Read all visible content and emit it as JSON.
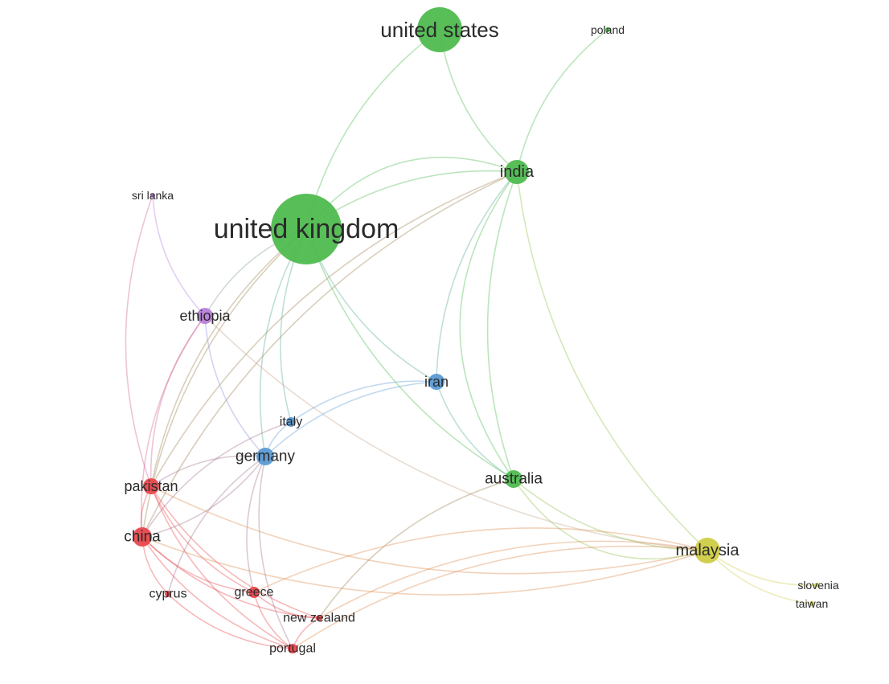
{
  "network": {
    "nodes": [
      {
        "id": "united_states",
        "label": "united states",
        "cluster": "green"
      },
      {
        "id": "poland",
        "label": "poland",
        "cluster": "green"
      },
      {
        "id": "india",
        "label": "india",
        "cluster": "green"
      },
      {
        "id": "united_kingdom",
        "label": "united kingdom",
        "cluster": "green"
      },
      {
        "id": "australia",
        "label": "australia",
        "cluster": "green"
      },
      {
        "id": "sri_lanka",
        "label": "sri lanka",
        "cluster": "purple"
      },
      {
        "id": "ethiopia",
        "label": "ethiopia",
        "cluster": "purple"
      },
      {
        "id": "iran",
        "label": "iran",
        "cluster": "blue"
      },
      {
        "id": "italy",
        "label": "italy",
        "cluster": "blue"
      },
      {
        "id": "germany",
        "label": "germany",
        "cluster": "blue"
      },
      {
        "id": "pakistan",
        "label": "pakistan",
        "cluster": "red"
      },
      {
        "id": "china",
        "label": "china",
        "cluster": "red"
      },
      {
        "id": "cyprus",
        "label": "cyprus",
        "cluster": "red"
      },
      {
        "id": "greece",
        "label": "greece",
        "cluster": "red"
      },
      {
        "id": "new_zealand",
        "label": "new zealand",
        "cluster": "red"
      },
      {
        "id": "portugal",
        "label": "portugal",
        "cluster": "red"
      },
      {
        "id": "malaysia",
        "label": "malaysia",
        "cluster": "yellow"
      },
      {
        "id": "slovenia",
        "label": "slovenia",
        "cluster": "yellow"
      },
      {
        "id": "taiwan",
        "label": "taiwan",
        "cluster": "yellow"
      }
    ],
    "edges": [
      [
        "united_states",
        "united_kingdom"
      ],
      [
        "united_states",
        "india"
      ],
      [
        "poland",
        "india"
      ],
      [
        "india",
        "united_kingdom"
      ],
      [
        "india",
        "united_kingdom"
      ],
      [
        "india",
        "australia"
      ],
      [
        "india",
        "malaysia"
      ],
      [
        "india",
        "iran"
      ],
      [
        "india",
        "pakistan"
      ],
      [
        "india",
        "china"
      ],
      [
        "india",
        "australia"
      ],
      [
        "united_kingdom",
        "australia"
      ],
      [
        "united_kingdom",
        "italy"
      ],
      [
        "united_kingdom",
        "germany"
      ],
      [
        "united_kingdom",
        "pakistan"
      ],
      [
        "united_kingdom",
        "china"
      ],
      [
        "united_kingdom",
        "ethiopia"
      ],
      [
        "united_kingdom",
        "iran"
      ],
      [
        "sri_lanka",
        "ethiopia"
      ],
      [
        "sri_lanka",
        "pakistan"
      ],
      [
        "ethiopia",
        "pakistan"
      ],
      [
        "ethiopia",
        "china"
      ],
      [
        "ethiopia",
        "germany"
      ],
      [
        "ethiopia",
        "malaysia"
      ],
      [
        "iran",
        "italy"
      ],
      [
        "iran",
        "germany"
      ],
      [
        "iran",
        "australia"
      ],
      [
        "italy",
        "germany"
      ],
      [
        "italy",
        "china"
      ],
      [
        "germany",
        "greece"
      ],
      [
        "germany",
        "portugal"
      ],
      [
        "germany",
        "pakistan"
      ],
      [
        "germany",
        "cyprus"
      ],
      [
        "pakistan",
        "china"
      ],
      [
        "pakistan",
        "greece"
      ],
      [
        "pakistan",
        "new_zealand"
      ],
      [
        "pakistan",
        "portugal"
      ],
      [
        "pakistan",
        "malaysia"
      ],
      [
        "china",
        "greece"
      ],
      [
        "china",
        "cyprus"
      ],
      [
        "china",
        "new_zealand"
      ],
      [
        "china",
        "portugal"
      ],
      [
        "china",
        "malaysia"
      ],
      [
        "china",
        "germany"
      ],
      [
        "greece",
        "new_zealand"
      ],
      [
        "greece",
        "portugal"
      ],
      [
        "cyprus",
        "portugal"
      ],
      [
        "new_zealand",
        "portugal"
      ],
      [
        "australia",
        "malaysia"
      ],
      [
        "australia",
        "new_zealand"
      ],
      [
        "australia",
        "malaysia"
      ],
      [
        "malaysia",
        "slovenia"
      ],
      [
        "malaysia",
        "taiwan"
      ],
      [
        "malaysia",
        "portugal"
      ],
      [
        "malaysia",
        "new_zealand"
      ],
      [
        "malaysia",
        "greece"
      ]
    ]
  },
  "colors": {
    "green": "#4fba4f",
    "blue": "#5b9bd5",
    "red": "#e8484d",
    "purple": "#b77fd9",
    "yellow": "#cfcc44",
    "label": "#2a2a2a"
  }
}
